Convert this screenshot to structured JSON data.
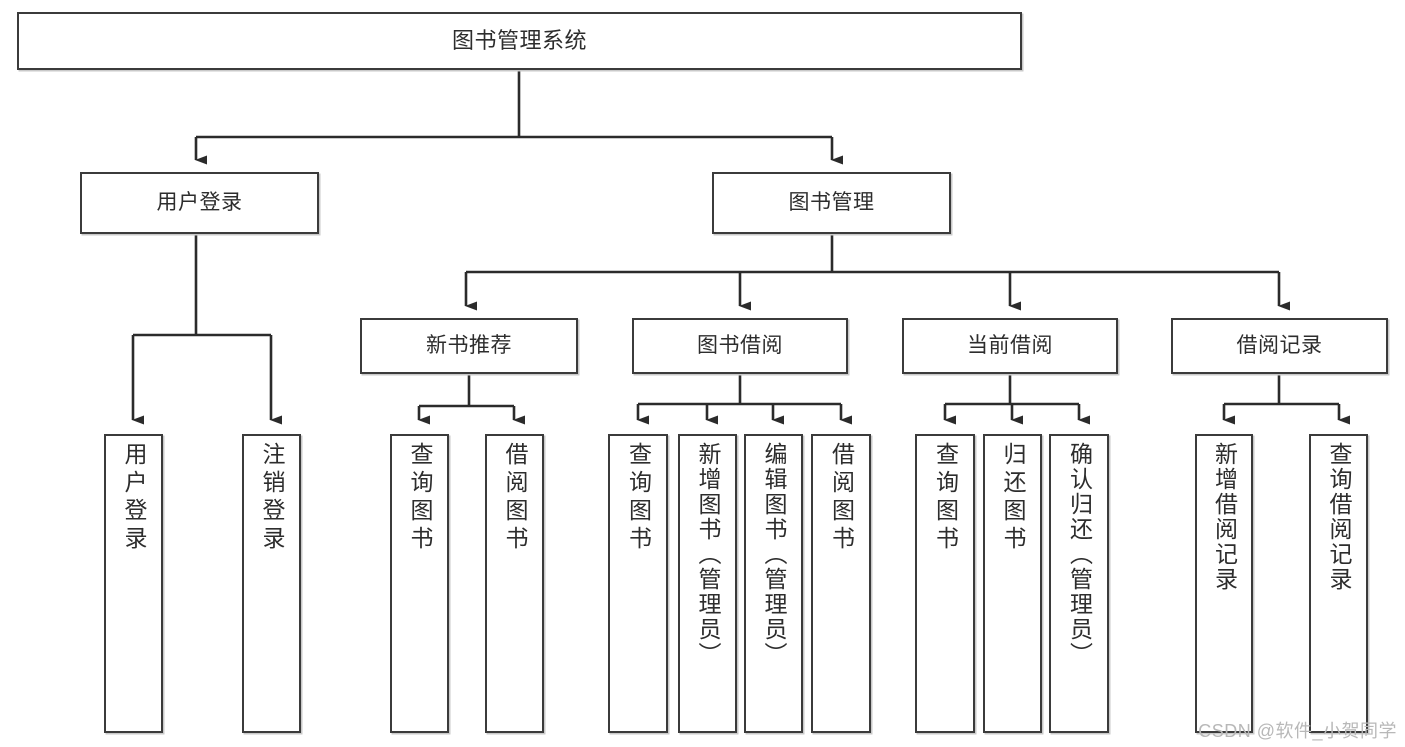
{
  "diagram": {
    "title": "图书管理系统",
    "type": "tree",
    "watermark": "CSDN @软件_小贺同学",
    "colors": {
      "box_border": "#3b3b3b",
      "box_fill": "#ffffff",
      "edge": "#2b2b2b",
      "text": "#2d2d2d",
      "watermark": "#b8b8b8"
    },
    "nodes": {
      "root": {
        "label": "图书管理系统"
      },
      "tier1": [
        {
          "id": "user-login",
          "label": "用户登录"
        },
        {
          "id": "book-manage",
          "label": "图书管理"
        }
      ],
      "tier2": [
        {
          "id": "new-book-recommend",
          "label": "新书推荐"
        },
        {
          "id": "book-borrow",
          "label": "图书借阅"
        },
        {
          "id": "current-borrow",
          "label": "当前借阅"
        },
        {
          "id": "borrow-record",
          "label": "借阅记录"
        }
      ],
      "leaves": {
        "user-login": [
          {
            "id": "leaf-user-login",
            "label": "用户登录"
          },
          {
            "id": "leaf-logout-login",
            "label": "注销登录"
          }
        ],
        "new-book-recommend": [
          {
            "id": "leaf-query-book-1",
            "label": "查询图书"
          },
          {
            "id": "leaf-borrow-book-1",
            "label": "借阅图书"
          }
        ],
        "book-borrow": [
          {
            "id": "leaf-query-book-2",
            "label": "查询图书"
          },
          {
            "id": "leaf-add-book",
            "label": "新增图书（管理员）"
          },
          {
            "id": "leaf-edit-book",
            "label": "编辑图书（管理员）"
          },
          {
            "id": "leaf-borrow-book-2",
            "label": "借阅图书"
          }
        ],
        "current-borrow": [
          {
            "id": "leaf-query-book-3",
            "label": "查询图书"
          },
          {
            "id": "leaf-return-book",
            "label": "归还图书"
          },
          {
            "id": "leaf-confirm-return",
            "label": "确认归还（管理员）"
          }
        ],
        "borrow-record": [
          {
            "id": "leaf-add-record",
            "label": "新增借阅记录"
          },
          {
            "id": "leaf-query-record",
            "label": "查询借阅记录"
          }
        ]
      }
    }
  }
}
